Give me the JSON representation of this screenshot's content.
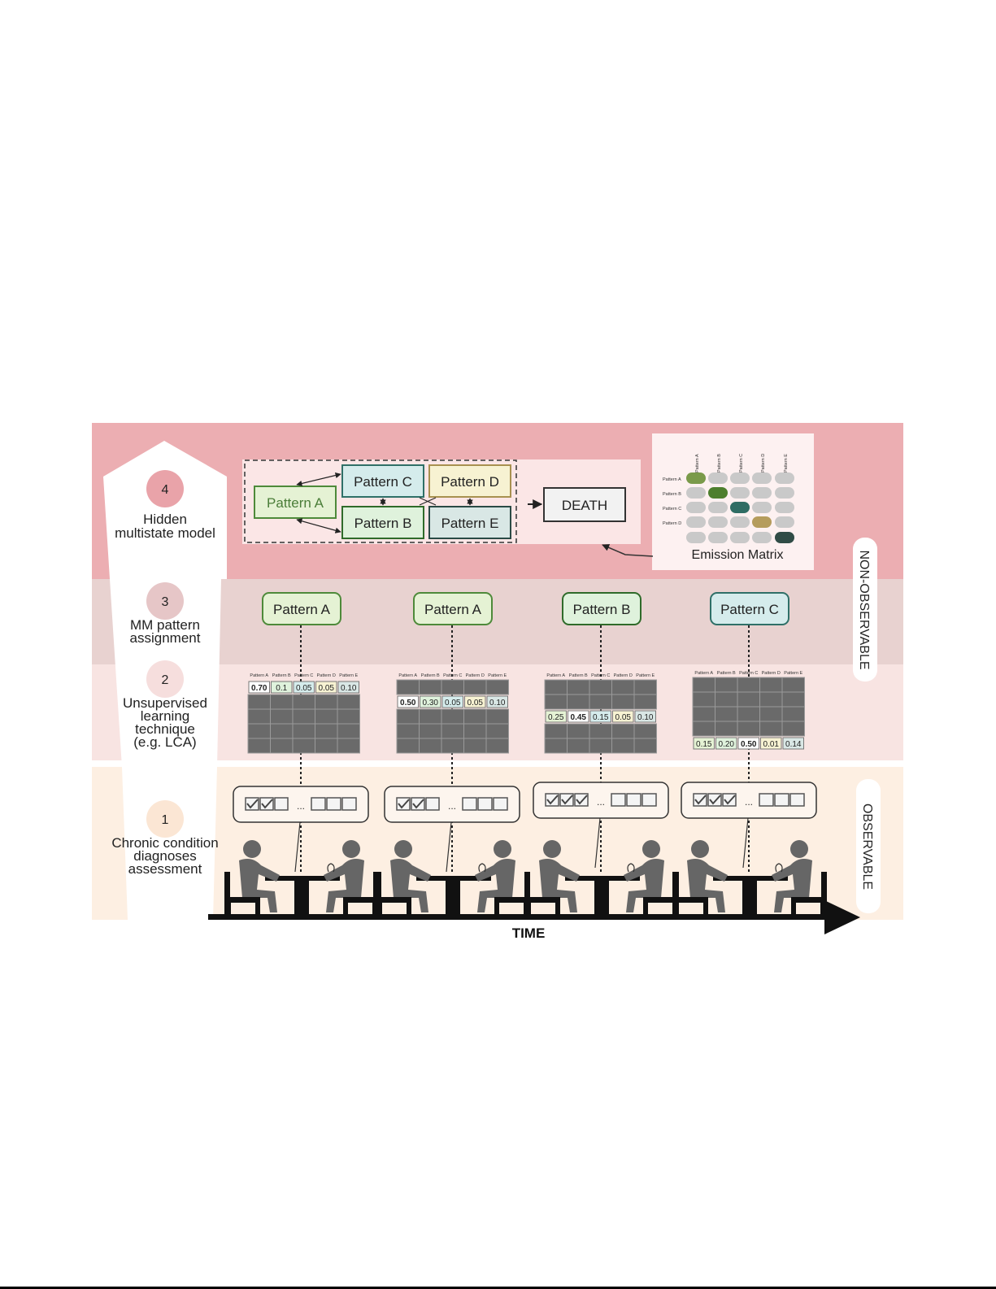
{
  "steps": [
    {
      "number": "4",
      "lines": [
        "Hidden",
        "multistate model"
      ]
    },
    {
      "number": "3",
      "lines": [
        "MM pattern",
        "assignment"
      ]
    },
    {
      "number": "2",
      "lines": [
        "Unsupervised",
        "learning",
        "technique",
        "(e.g. LCA)"
      ]
    },
    {
      "number": "1",
      "lines": [
        "Chronic condition",
        "diagnoses",
        "assessment"
      ]
    }
  ],
  "side_labels": {
    "non_observable": "NON-OBSERVABLE",
    "observable": "OBSERVABLE"
  },
  "time_label": "TIME",
  "model": {
    "states": [
      "Pattern A",
      "Pattern C",
      "Pattern D",
      "Pattern B",
      "Pattern E"
    ],
    "absorbing": "DEATH"
  },
  "emission": {
    "title": "Emission Matrix",
    "columns": [
      "Pattern A",
      "Pattern B",
      "Pattern C",
      "Pattern D",
      "Pattern E"
    ],
    "rows": [
      "Pattern A",
      "Pattern B",
      "Pattern C",
      "Pattern D",
      ""
    ]
  },
  "assignments": [
    "Pattern A",
    "Pattern A",
    "Pattern B",
    "Pattern C"
  ],
  "tables": {
    "header": [
      "Pattern A",
      "Pattern B",
      "Pattern C",
      "Pattern D",
      "Pattern E"
    ],
    "values": [
      [
        "0.70",
        "0.1",
        "0.05",
        "0.05",
        "0.10"
      ],
      [
        "0.50",
        "0.30",
        "0.05",
        "0.05",
        "0.10"
      ],
      [
        "0.25",
        "0.45",
        "0.15",
        "0.05",
        "0.10"
      ],
      [
        "0.15",
        "0.20",
        "0.50",
        "0.01",
        "0.14"
      ]
    ],
    "highlight_row": [
      0,
      1,
      2,
      4
    ],
    "max_index": [
      0,
      0,
      1,
      2
    ]
  },
  "ellipsis": "...",
  "colors": {
    "pattern_a": "#e5f2d4",
    "pattern_b": "#dff2dc",
    "pattern_c": "#d5ecec",
    "pattern_d": "#f7f2d2",
    "pattern_e": "#d9e7e5",
    "band_hidden": "#ecaeb2",
    "band_assign": "#e8d2d0",
    "band_lca": "#f8e4e2",
    "band_observe": "#fdefe2"
  }
}
